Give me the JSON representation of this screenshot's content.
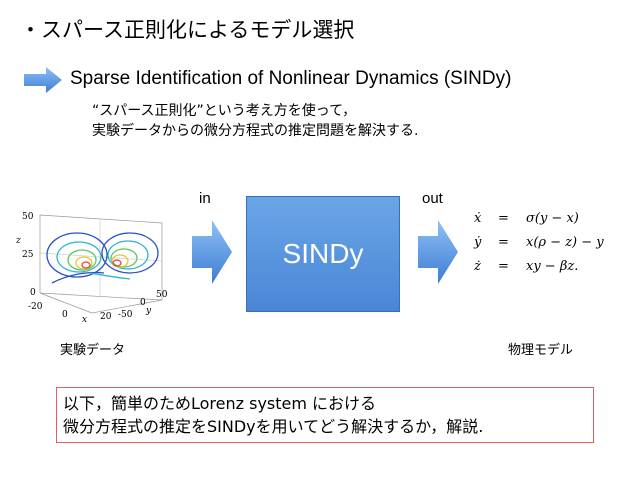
{
  "heading": "・スパース正則化によるモデル選択",
  "method_title": "Sparse Identification of Nonlinear Dynamics (SINDy)",
  "description_lines": [
    "“スパース正則化”という考え方を使って，",
    "実験データからの微分方程式の推定問題を解決する."
  ],
  "flow": {
    "in_label": "in",
    "out_label": "out",
    "box_label": "SINDy"
  },
  "plot": {
    "z_axis_label": "z",
    "x_axis_label": "x",
    "y_axis_label": "y",
    "z_ticks": [
      "50",
      "25",
      "0"
    ],
    "x_ticks": [
      "-20",
      "0",
      "20"
    ],
    "y_ticks": [
      "-50",
      "0",
      "50"
    ]
  },
  "equations": [
    {
      "lhs": "ẋ",
      "sign": "=",
      "rhs": "σ(y − x)"
    },
    {
      "lhs": "ẏ",
      "sign": "=",
      "rhs": "x(ρ − z) − y"
    },
    {
      "lhs": "ż",
      "sign": "=",
      "rhs": "xy − βz."
    }
  ],
  "caption_left": "実験データ",
  "caption_right": "物理モデル",
  "note_lines": [
    "以下，簡単のためLorenz system における",
    "微分方程式の推定をSINDyを用いてどう解決するか，解説."
  ],
  "colors": {
    "arrow": "#5b9ae8",
    "box": "#4a86d6",
    "note_border": "#e06060"
  }
}
